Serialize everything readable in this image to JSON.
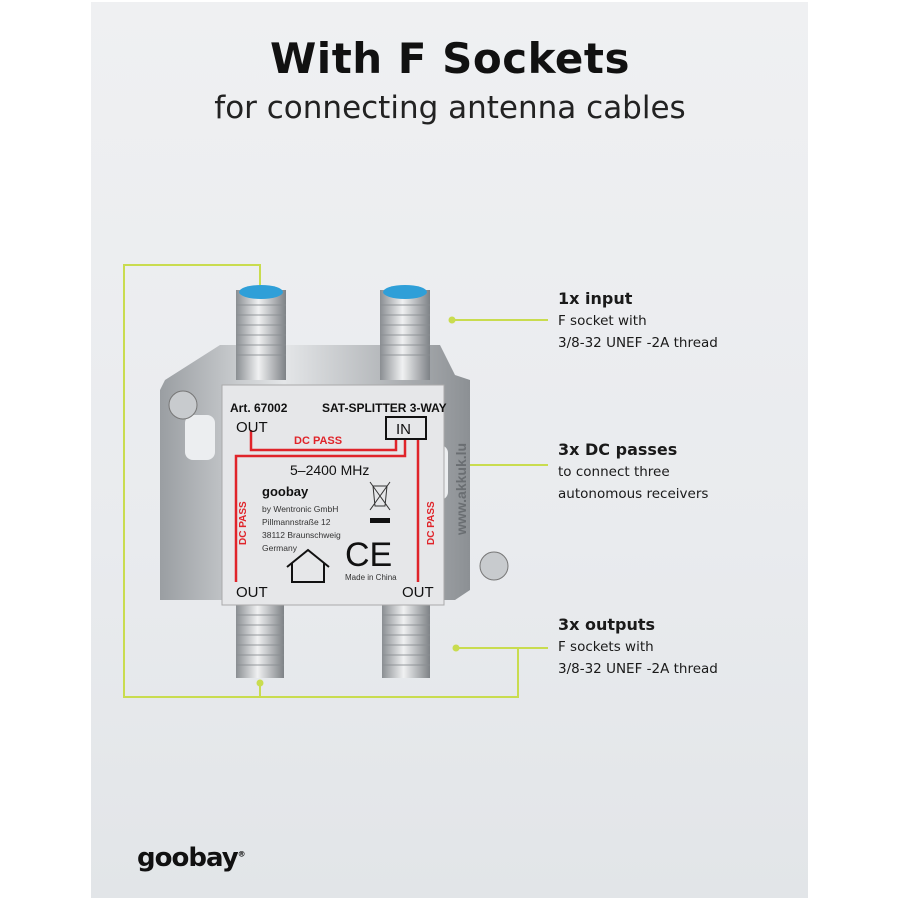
{
  "header": {
    "title": "With F Sockets",
    "subtitle": "for connecting antenna cables"
  },
  "callouts": [
    {
      "heading": "1x input",
      "lines": [
        "F socket with",
        "3/8-32 UNEF -2A thread"
      ]
    },
    {
      "heading": "3x DC passes",
      "lines": [
        "to connect three",
        "autonomous receivers"
      ]
    },
    {
      "heading": "3x outputs",
      "lines": [
        "F sockets with",
        "3/8-32 UNEF -2A thread"
      ]
    }
  ],
  "device_label": {
    "art": "Art. 67002",
    "model": "SAT-SPLITTER 3-WAY",
    "out": "OUT",
    "in": "IN",
    "dc_pass": "DC PASS",
    "frequency": "5–2400 MHz",
    "brand": "goobay",
    "maker": [
      "by Wentronic GmbH",
      "Pillmannstraße 12",
      "38112 Braunschweig",
      "Germany"
    ],
    "ce": "CE",
    "origin": "Made in China"
  },
  "watermark": "www.akkuk.lu",
  "brand_logo": {
    "text": "goobay",
    "prefix": "g",
    "oo": "oo",
    "suffix": "bay",
    "reg": "®"
  },
  "colors": {
    "accent_line": "#c9dc4f",
    "label_red": "#e0242a",
    "panel": "#eceef0",
    "socket_blue": "#2f9fd8"
  }
}
